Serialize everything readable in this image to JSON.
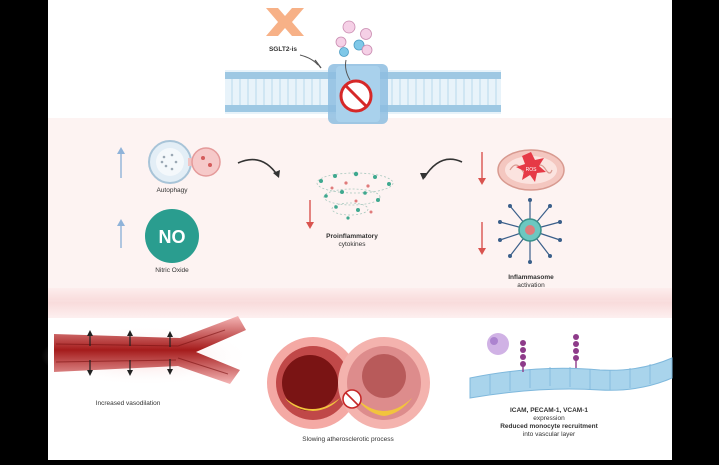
{
  "labels": {
    "sglt2": "SGLT2-is",
    "no_symbol": "NO",
    "autophagy": "Autophagy",
    "nitric_oxide": "Nitric Oxide",
    "cytokines_1": "Proinflammatory",
    "cytokines_2": "cytokines",
    "inflammasome_1": "Inflammasome",
    "inflammasome_2": "activation",
    "vasodilation": "Increased vasodilation",
    "athero": "Slowing atherosclerotic process",
    "adhesion_1": "ICAM, PECAM-1, VCAM-1",
    "adhesion_2": "expression",
    "adhesion_3": "Reduced monocyte recruitment",
    "adhesion_4": "into vascular layer"
  },
  "colors": {
    "up_arrow": "#8fb3d9",
    "down_arrow": "#d9534f",
    "no_circle": "#2a9d8f",
    "vessel": "#9b1c1c",
    "membrane": "#a9cfe8",
    "inhibit": "#d62828"
  },
  "icons": [
    "cross-icon",
    "prohibit-icon",
    "curved-arrow-icon",
    "up-arrow-icon",
    "down-arrow-icon",
    "mitochondria-icon",
    "inflammasome-icon",
    "vessel-icon",
    "artery-icon",
    "endothelium-icon"
  ]
}
